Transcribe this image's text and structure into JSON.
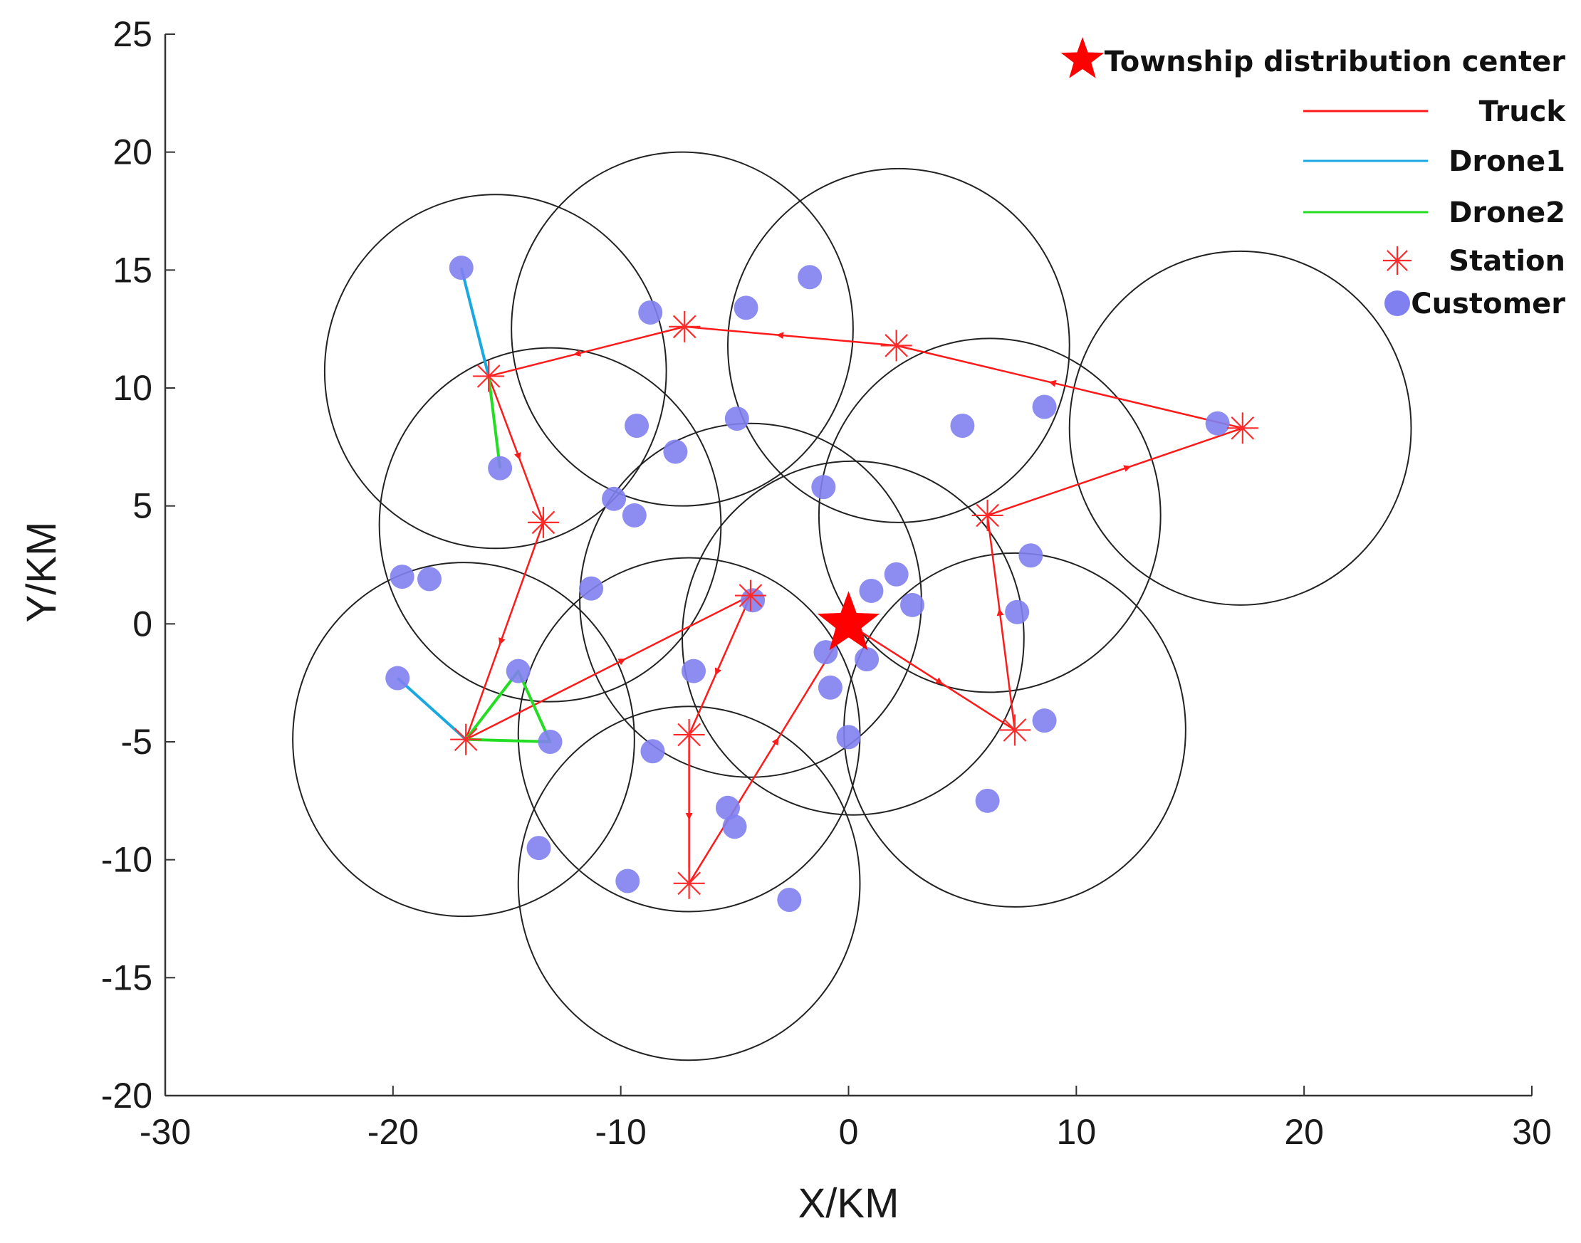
{
  "chart_data": {
    "type": "scatter",
    "xlabel": "X/KM",
    "ylabel": "Y/KM",
    "xlim": [
      -30,
      30
    ],
    "ylim": [
      -20,
      25
    ],
    "xticks": [
      -30,
      -20,
      -10,
      0,
      10,
      20,
      30
    ],
    "yticks": [
      25,
      20,
      15,
      10,
      5,
      0,
      -5,
      -10,
      -15,
      -20
    ],
    "xtick_labels": [
      "-30",
      "-20",
      "-10",
      "0",
      "10",
      "20",
      "30"
    ],
    "ytick_labels": [
      "25",
      "20",
      "15",
      "10",
      "5",
      "0",
      "-5",
      "-10",
      "-15",
      "-20"
    ],
    "grid": false,
    "legend_position": "top-right",
    "legend": [
      {
        "key": "depot",
        "label": "Township distribution center",
        "marker": "star"
      },
      {
        "key": "truck",
        "label": "Truck",
        "marker": "line"
      },
      {
        "key": "drone1",
        "label": "Drone1",
        "marker": "line"
      },
      {
        "key": "drone2",
        "label": "Drone2",
        "marker": "line"
      },
      {
        "key": "station",
        "label": "Station",
        "marker": "asterisk"
      },
      {
        "key": "customer",
        "label": "Customer",
        "marker": "dot"
      }
    ],
    "colors": {
      "depot": "#ff0000",
      "truck": "#ff1a1a",
      "drone1": "#1aa8e0",
      "drone2": "#22dd22",
      "station": "#ff2a2a",
      "customer": "#8080f0",
      "circle": "#222222",
      "axis": "#333333"
    },
    "depot": {
      "x": 0,
      "y": 0
    },
    "stations": [
      {
        "x": -15.8,
        "y": 10.5
      },
      {
        "x": -7.2,
        "y": 12.6
      },
      {
        "x": 2.1,
        "y": 11.8
      },
      {
        "x": 17.3,
        "y": 8.3
      },
      {
        "x": 6.1,
        "y": 4.6
      },
      {
        "x": 7.3,
        "y": -4.5
      },
      {
        "x": -13.4,
        "y": 4.3
      },
      {
        "x": -16.8,
        "y": -4.9
      },
      {
        "x": -4.3,
        "y": 1.2
      },
      {
        "x": -7.0,
        "y": -4.7
      },
      {
        "x": -7.0,
        "y": -11.0
      }
    ],
    "coverage_radius": 7.5,
    "coverage_circles": [
      {
        "x": -15.5,
        "y": 10.7
      },
      {
        "x": -7.3,
        "y": 12.5
      },
      {
        "x": 2.2,
        "y": 11.8
      },
      {
        "x": 17.2,
        "y": 8.3
      },
      {
        "x": 6.2,
        "y": 4.6
      },
      {
        "x": 7.3,
        "y": -4.5
      },
      {
        "x": -13.1,
        "y": 4.2
      },
      {
        "x": -16.9,
        "y": -4.9
      },
      {
        "x": -4.3,
        "y": 1.0
      },
      {
        "x": 0.2,
        "y": -0.6
      },
      {
        "x": -7.0,
        "y": -4.7
      },
      {
        "x": -7.0,
        "y": -11.0
      }
    ],
    "customers": [
      {
        "x": -17.0,
        "y": 15.1
      },
      {
        "x": -8.7,
        "y": 13.2
      },
      {
        "x": -4.5,
        "y": 13.4
      },
      {
        "x": -1.7,
        "y": 14.7
      },
      {
        "x": -9.3,
        "y": 8.4
      },
      {
        "x": -4.9,
        "y": 8.7
      },
      {
        "x": -7.6,
        "y": 7.3
      },
      {
        "x": -15.3,
        "y": 6.6
      },
      {
        "x": 5.0,
        "y": 8.4
      },
      {
        "x": 8.6,
        "y": 9.2
      },
      {
        "x": 16.2,
        "y": 8.5
      },
      {
        "x": -1.1,
        "y": 5.8
      },
      {
        "x": -10.3,
        "y": 5.3
      },
      {
        "x": -9.4,
        "y": 4.6
      },
      {
        "x": -19.6,
        "y": 2.0
      },
      {
        "x": -18.4,
        "y": 1.9
      },
      {
        "x": -11.3,
        "y": 1.5
      },
      {
        "x": 2.1,
        "y": 2.1
      },
      {
        "x": 1.0,
        "y": 1.4
      },
      {
        "x": 2.8,
        "y": 0.8
      },
      {
        "x": 8.0,
        "y": 2.9
      },
      {
        "x": 7.4,
        "y": 0.5
      },
      {
        "x": -4.2,
        "y": 1.0
      },
      {
        "x": -1.0,
        "y": -1.2
      },
      {
        "x": 0.8,
        "y": -1.5
      },
      {
        "x": -6.8,
        "y": -2.0
      },
      {
        "x": -0.8,
        "y": -2.7
      },
      {
        "x": -14.5,
        "y": -2.0
      },
      {
        "x": -19.8,
        "y": -2.3
      },
      {
        "x": -13.1,
        "y": -5.0
      },
      {
        "x": 8.6,
        "y": -4.1
      },
      {
        "x": -8.6,
        "y": -5.4
      },
      {
        "x": 0.0,
        "y": -4.8
      },
      {
        "x": 6.1,
        "y": -7.5
      },
      {
        "x": -5.3,
        "y": -7.8
      },
      {
        "x": -5.0,
        "y": -8.6
      },
      {
        "x": -13.6,
        "y": -9.5
      },
      {
        "x": -9.7,
        "y": -10.9
      },
      {
        "x": -2.6,
        "y": -11.7
      }
    ],
    "truck_route": [
      {
        "x": 0,
        "y": 0
      },
      {
        "x": 7.3,
        "y": -4.5
      },
      {
        "x": 6.1,
        "y": 4.6
      },
      {
        "x": 17.3,
        "y": 8.3
      },
      {
        "x": 2.1,
        "y": 11.8
      },
      {
        "x": -7.2,
        "y": 12.6
      },
      {
        "x": -15.8,
        "y": 10.5
      },
      {
        "x": -13.4,
        "y": 4.3
      },
      {
        "x": -16.8,
        "y": -4.9
      },
      {
        "x": -4.3,
        "y": 1.2
      },
      {
        "x": -7.0,
        "y": -4.7
      },
      {
        "x": -7.0,
        "y": -11.0
      },
      {
        "x": 0,
        "y": 0
      }
    ],
    "drone1_routes": [
      [
        {
          "x": -15.8,
          "y": 10.5
        },
        {
          "x": -17.0,
          "y": 15.1
        }
      ],
      [
        {
          "x": -16.8,
          "y": -4.9
        },
        {
          "x": -19.8,
          "y": -2.3
        }
      ]
    ],
    "drone2_routes": [
      [
        {
          "x": -15.8,
          "y": 10.5
        },
        {
          "x": -15.3,
          "y": 6.6
        }
      ],
      [
        {
          "x": -16.8,
          "y": -4.9
        },
        {
          "x": -14.5,
          "y": -2.0
        },
        {
          "x": -13.1,
          "y": -5.0
        },
        {
          "x": -16.8,
          "y": -4.9
        }
      ]
    ]
  }
}
